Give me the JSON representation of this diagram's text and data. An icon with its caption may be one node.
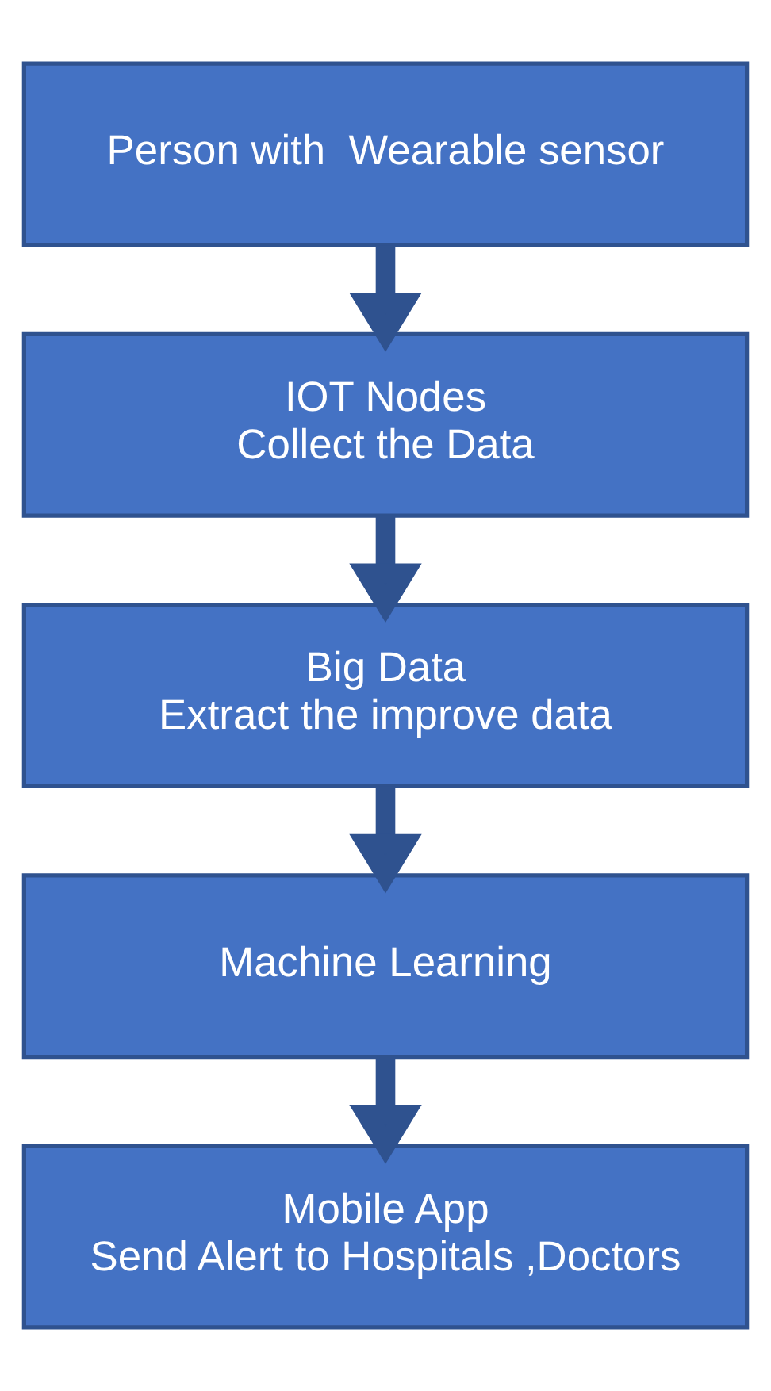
{
  "diagram": {
    "nodes": [
      {
        "text": [
          "Person with  Wearable sensor"
        ]
      },
      {
        "text": [
          "IOT Nodes",
          "Collect the Data"
        ]
      },
      {
        "text": [
          "Big Data",
          "Extract the improve data"
        ]
      },
      {
        "text": [
          "Machine Learning"
        ]
      },
      {
        "text": [
          "Mobile App",
          "Send Alert to Hospitals ,Doctors"
        ]
      }
    ],
    "edges": [
      {
        "from": 0,
        "to": 1,
        "arrow": "to"
      },
      {
        "from": 1,
        "to": 2,
        "arrow": "to"
      },
      {
        "from": 2,
        "to": 3,
        "arrow": "to"
      },
      {
        "from": 3,
        "to": 4,
        "arrow": "to"
      }
    ]
  }
}
